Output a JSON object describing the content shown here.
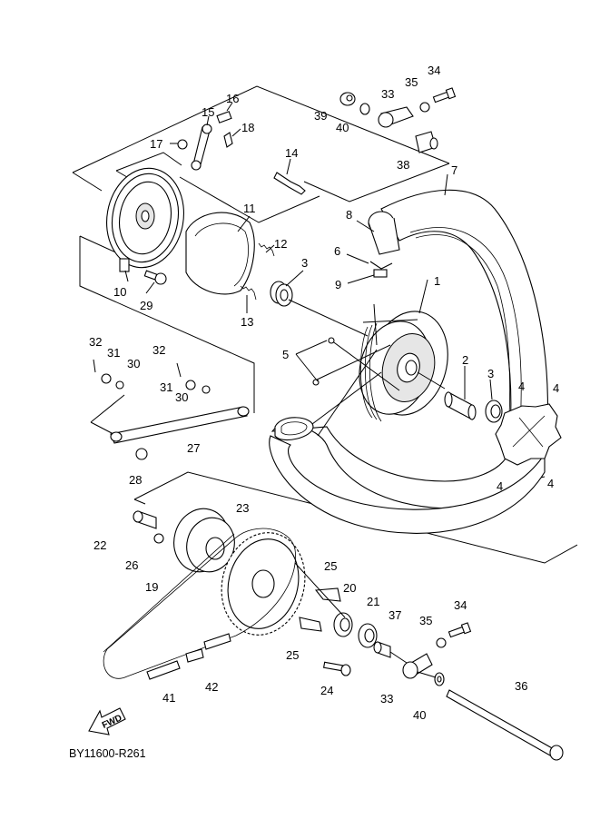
{
  "diagram": {
    "title_code": "BY11600-R261",
    "direction_badge": "FWD",
    "callouts": [
      {
        "id": "c1",
        "text": "1"
      },
      {
        "id": "c2",
        "text": "2"
      },
      {
        "id": "c3a",
        "text": "3"
      },
      {
        "id": "c3b",
        "text": "3"
      },
      {
        "id": "c4a",
        "text": "4"
      },
      {
        "id": "c4b",
        "text": "4"
      },
      {
        "id": "c4c",
        "text": "4"
      },
      {
        "id": "c4d",
        "text": "4"
      },
      {
        "id": "c5",
        "text": "5"
      },
      {
        "id": "c6",
        "text": "6"
      },
      {
        "id": "c7",
        "text": "7"
      },
      {
        "id": "c8",
        "text": "8"
      },
      {
        "id": "c9",
        "text": "9"
      },
      {
        "id": "c10",
        "text": "10"
      },
      {
        "id": "c11",
        "text": "11"
      },
      {
        "id": "c12",
        "text": "12"
      },
      {
        "id": "c13",
        "text": "13"
      },
      {
        "id": "c14",
        "text": "14"
      },
      {
        "id": "c15",
        "text": "15"
      },
      {
        "id": "c16",
        "text": "16"
      },
      {
        "id": "c17",
        "text": "17"
      },
      {
        "id": "c18",
        "text": "18"
      },
      {
        "id": "c19",
        "text": "19"
      },
      {
        "id": "c20",
        "text": "20"
      },
      {
        "id": "c21",
        "text": "21"
      },
      {
        "id": "c22",
        "text": "22"
      },
      {
        "id": "c23",
        "text": "23"
      },
      {
        "id": "c24",
        "text": "24"
      },
      {
        "id": "c25a",
        "text": "25"
      },
      {
        "id": "c25b",
        "text": "25"
      },
      {
        "id": "c26",
        "text": "26"
      },
      {
        "id": "c27",
        "text": "27"
      },
      {
        "id": "c28",
        "text": "28"
      },
      {
        "id": "c29",
        "text": "29"
      },
      {
        "id": "c30a",
        "text": "30"
      },
      {
        "id": "c30b",
        "text": "30"
      },
      {
        "id": "c31a",
        "text": "31"
      },
      {
        "id": "c31b",
        "text": "31"
      },
      {
        "id": "c32a",
        "text": "32"
      },
      {
        "id": "c32b",
        "text": "32"
      },
      {
        "id": "c33a",
        "text": "33"
      },
      {
        "id": "c33b",
        "text": "33"
      },
      {
        "id": "c34a",
        "text": "34"
      },
      {
        "id": "c34b",
        "text": "34"
      },
      {
        "id": "c35a",
        "text": "35"
      },
      {
        "id": "c35b",
        "text": "35"
      },
      {
        "id": "c36",
        "text": "36"
      },
      {
        "id": "c37",
        "text": "37"
      },
      {
        "id": "c38",
        "text": "38"
      },
      {
        "id": "c39",
        "text": "39"
      },
      {
        "id": "c40a",
        "text": "40"
      },
      {
        "id": "c40b",
        "text": "40"
      },
      {
        "id": "c41",
        "text": "41"
      },
      {
        "id": "c42",
        "text": "42"
      }
    ]
  }
}
